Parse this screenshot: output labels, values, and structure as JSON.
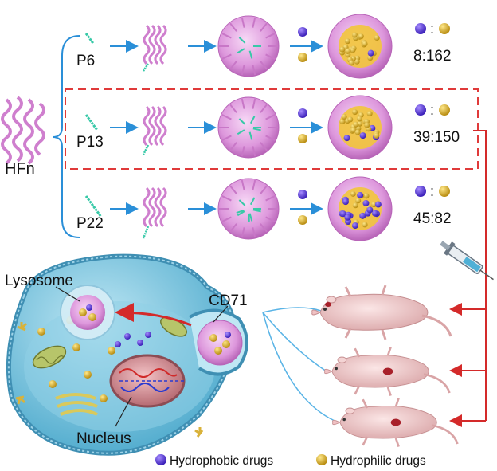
{
  "protein": {
    "label": "HFn"
  },
  "rows": [
    {
      "peptide": "P6",
      "ratio": "8:162"
    },
    {
      "peptide": "P13",
      "ratio": "39:150"
    },
    {
      "peptide": "P22",
      "ratio": "45:82"
    }
  ],
  "cell": {
    "lysosome_label": "Lysosome",
    "receptor_label": "CD71",
    "nucleus_label": "Nucleus"
  },
  "legend": {
    "hydrophobic": {
      "label": "Hydrophobic drugs",
      "color": "#4a2fd0"
    },
    "hydrophilic": {
      "label": "Hydrophilic drugs",
      "color": "#c9a21a"
    }
  },
  "colors": {
    "protein": "#d98ad8",
    "peptide": "#38c9a8",
    "arrow_blue": "#2a8fd8",
    "highlight_box": "#e03a3a",
    "injection_arrow": "#d42a2a",
    "cell_body": "#5ab4d4",
    "mouse": "#f2cfcf"
  },
  "icons": [
    "helix-bundle-icon",
    "peptide-chain-icon",
    "nanocage-icon",
    "syringe-icon",
    "mouse-icon"
  ]
}
